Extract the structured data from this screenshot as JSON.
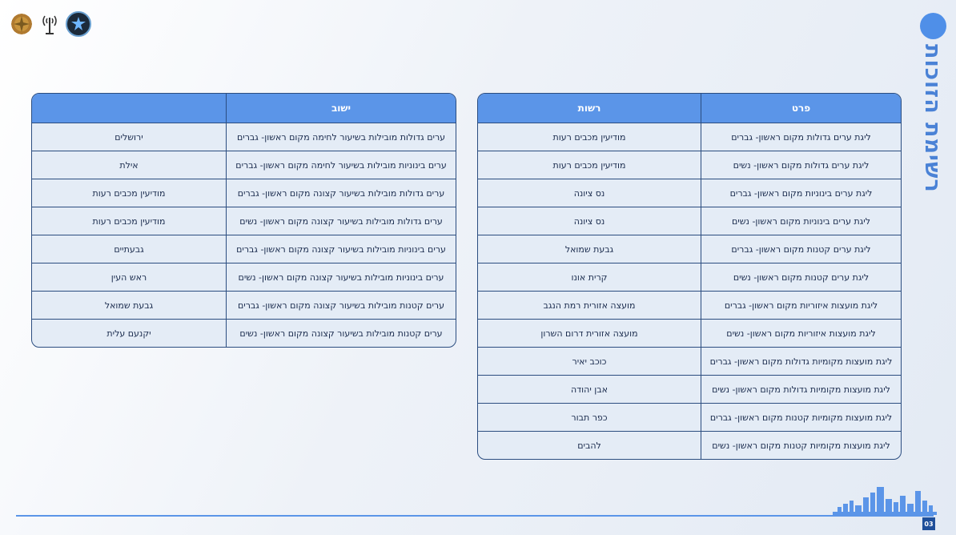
{
  "title": "רשימת הזוכות",
  "page_number": "03",
  "logos": [
    "idf-emblem-icon",
    "signal-corps-icon",
    "unit-emblem-icon"
  ],
  "colors": {
    "accent": "#5b95e8",
    "border": "#2b4d80",
    "cell_bg": "#e4ecf6"
  },
  "table_right": {
    "headers": [
      "פרט",
      "רשות"
    ],
    "rows": [
      [
        "ליגת ערים גדולות מקום ראשון- גברים",
        "מודיעין מכבים רעות"
      ],
      [
        "ליגת ערים גדולות מקום ראשון- נשים",
        "מודיעין מכבים רעות"
      ],
      [
        "ליגת ערים בינוניות מקום ראשון- גברים",
        "נס ציונה"
      ],
      [
        "ליגת ערים בינוניות מקום ראשון- נשים",
        "נס ציונה"
      ],
      [
        "ליגת ערים קטנות מקום ראשון- גברים",
        "גבעת שמואל"
      ],
      [
        "ליגת ערים קטנות מקום ראשון- נשים",
        "קרית אונו"
      ],
      [
        "ליגת מועצות איזוריות מקום ראשון- גברים",
        "מועצה אזורית רמת הנגב"
      ],
      [
        "ליגת מועצות איזוריות מקום ראשון- נשים",
        "מועצה אזורית דרום השרון"
      ],
      [
        "ליגת מועצות מקומיות גדולות מקום ראשון- גברים",
        "כוכב יאיר"
      ],
      [
        "ליגת מועצות מקומיות גדולות מקום ראשון- נשים",
        "אבן יהודה"
      ],
      [
        "ליגת מועצות מקומיות קטנות מקום ראשון- גברים",
        "כפר תבור"
      ],
      [
        "ליגת מועצות מקומיות קטנות מקום ראשון- נשים",
        "להבים"
      ]
    ]
  },
  "table_left": {
    "headers": [
      "ישוב",
      ""
    ],
    "rows": [
      [
        "ערים גדולות מובילות בשיעור לחימה מקום ראשון- גברים",
        "ירושלים"
      ],
      [
        "ערים בינוניות מובילות בשיעור לחימה מקום ראשון- גברים",
        "אילת"
      ],
      [
        "ערים גדולות מובילות בשיעור קצונה מקום ראשון- גברים",
        "מודיעין מכבים רעות"
      ],
      [
        "ערים גדולות מובילות בשיעור קצונה מקום ראשון- נשים",
        "מודיעין מכבים רעות"
      ],
      [
        "ערים בינוניות מובילות בשיעור קצונה מקום ראשון- גברים",
        "גבעתיים"
      ],
      [
        "ערים בינוניות מובילות בשיעור קצונה מקום ראשון- נשים",
        "ראש העין"
      ],
      [
        "ערים קטנות מובילות בשיעור קצונה מקום ראשון- גברים",
        "גבעת שמואל"
      ],
      [
        "ערים קטנות מובילות בשיעור קצונה מקום ראשון- נשים",
        "יקנעם עלית"
      ]
    ]
  }
}
